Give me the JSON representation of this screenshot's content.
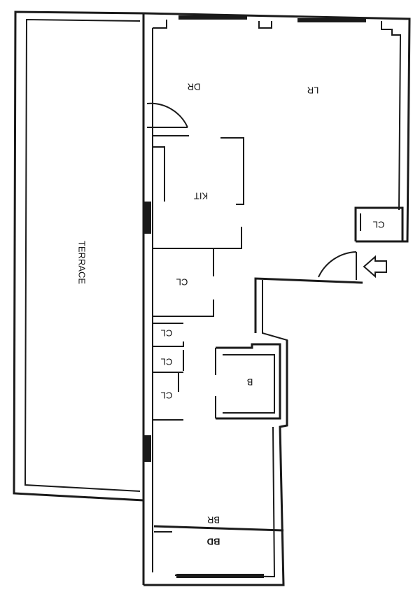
{
  "rooms": {
    "living_room": "LR",
    "dining_room": "DR",
    "kitchen": "KIT",
    "terrace": "TERRACE",
    "closet_main": "CL",
    "closet_small_1": "CL",
    "closet_small_2": "CL",
    "closet_small_3": "CL",
    "closet_entry": "CL",
    "bath": "B",
    "bedroom_label_1": "BR",
    "bedroom_label_2": "BD"
  },
  "colors": {
    "line": "#1a1a1a",
    "background": "#ffffff"
  },
  "icons": {
    "entry_arrow": "arrow-left-icon"
  }
}
